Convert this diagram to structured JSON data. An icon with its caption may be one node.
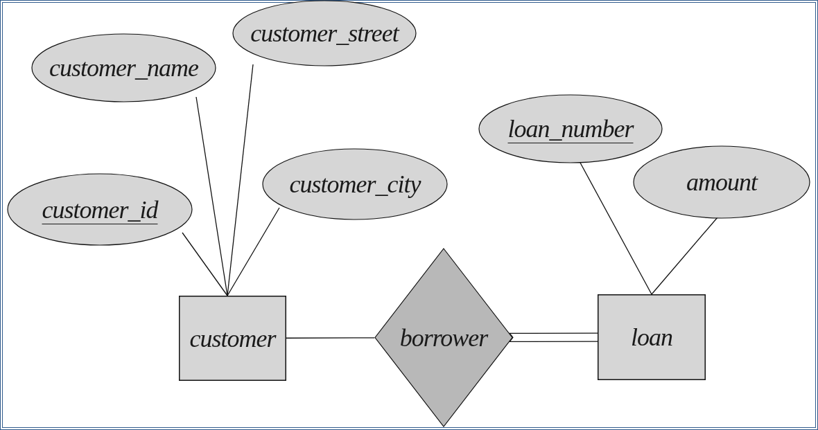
{
  "diagram": {
    "nodes": [
      {
        "text": [
          "customer_name"
        ]
      },
      {
        "text": [
          "customer_street"
        ]
      },
      {
        "text": [
          "customer_id"
        ]
      },
      {
        "text": [
          "customer_city"
        ]
      },
      {
        "text": [
          "loan_number"
        ]
      },
      {
        "text": [
          "amount"
        ]
      },
      {
        "text": [
          "customer"
        ]
      },
      {
        "text": [
          "borrower"
        ]
      },
      {
        "text": [
          "loan"
        ]
      }
    ],
    "edges": [
      {
        "from": 0,
        "to": 6,
        "arrow": "none"
      },
      {
        "from": 1,
        "to": 6,
        "arrow": "none"
      },
      {
        "from": 2,
        "to": 6,
        "arrow": "none"
      },
      {
        "from": 3,
        "to": 6,
        "arrow": "none"
      },
      {
        "from": 4,
        "to": 8,
        "arrow": "none"
      },
      {
        "from": 5,
        "to": 8,
        "arrow": "none"
      },
      {
        "from": 6,
        "to": 7,
        "arrow": "none"
      },
      {
        "from": 7,
        "to": 8,
        "arrow": "none"
      }
    ]
  }
}
